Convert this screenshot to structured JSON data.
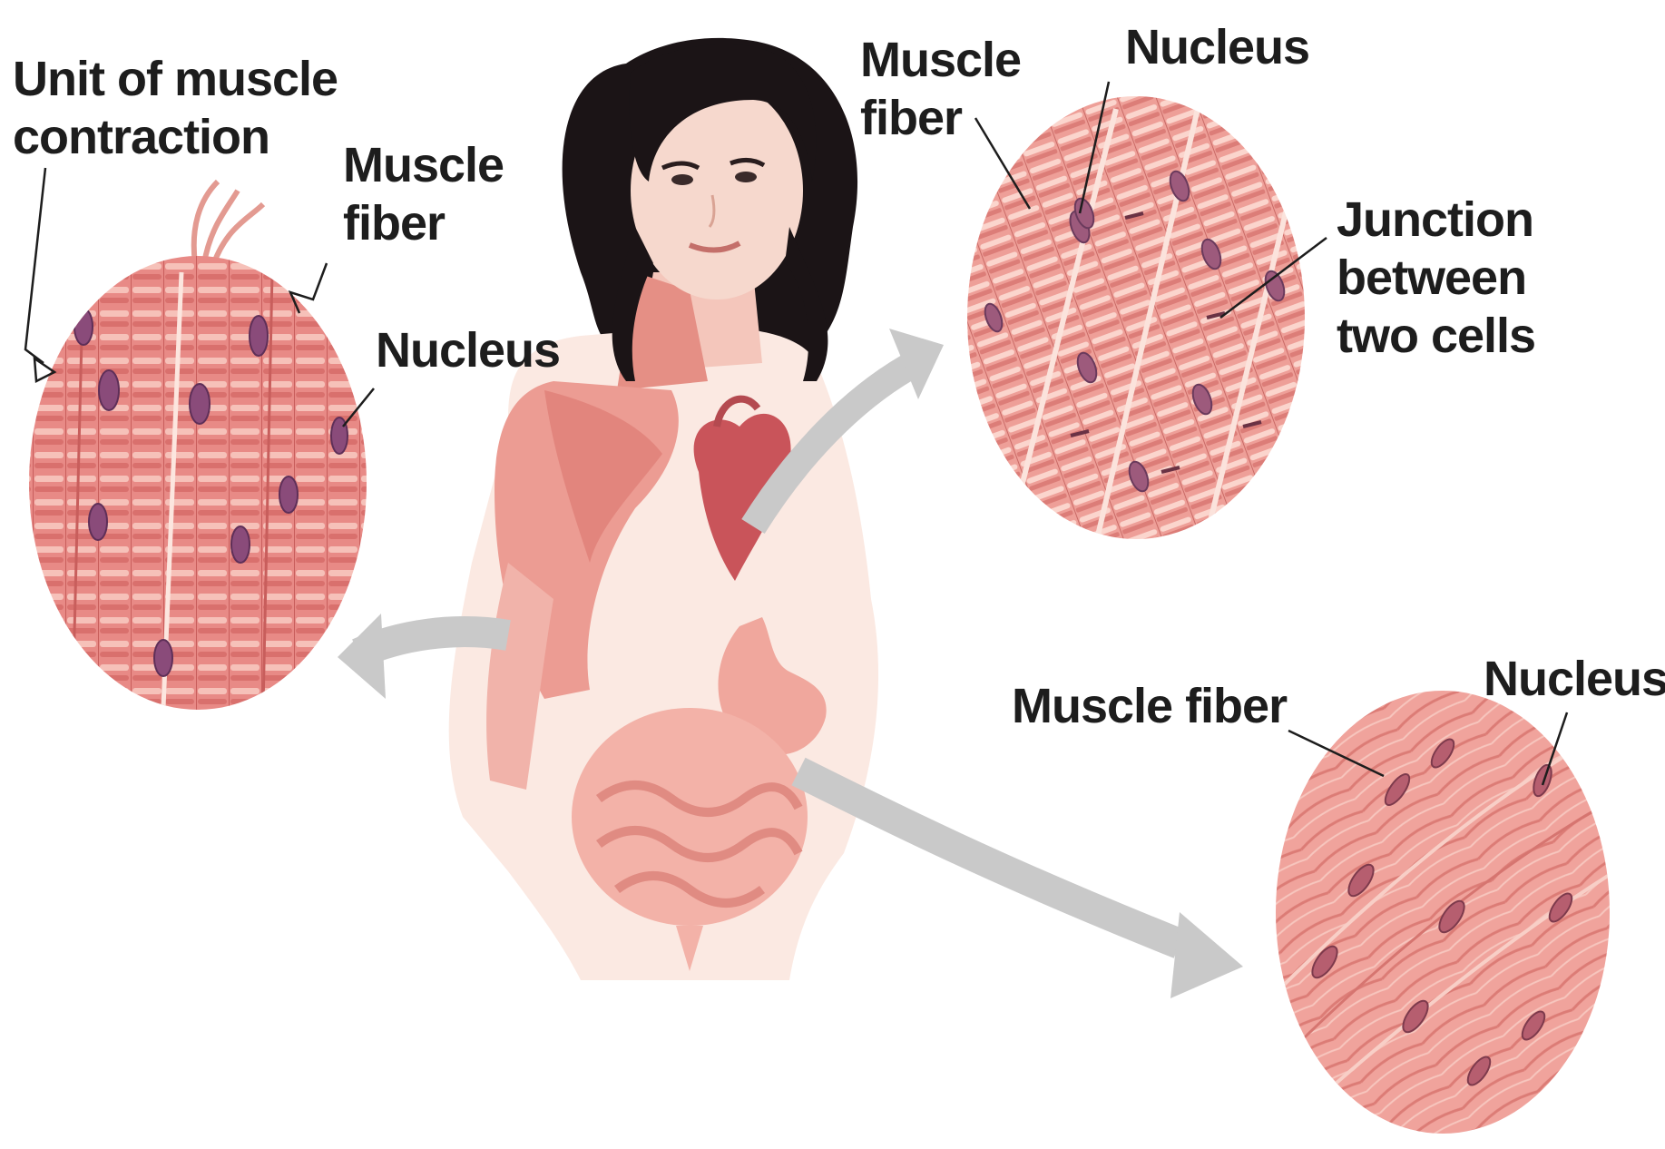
{
  "skeletal_panel": {
    "unit_label": [
      "Unit of muscle",
      "contraction"
    ],
    "fiber_label": [
      "Muscle",
      "fiber"
    ],
    "nucleus_label": "Nucleus"
  },
  "cardiac_panel": {
    "fiber_label": [
      "Muscle",
      "fiber"
    ],
    "nucleus_label": "Nucleus",
    "junction_label": [
      "Junction",
      "between",
      "two cells"
    ]
  },
  "smooth_panel": {
    "fiber_label": "Muscle fiber",
    "nucleus_label": "Nucleus"
  },
  "colors": {
    "muscle": "#e88a86",
    "muscle_light": "#f4b7b0",
    "striation": "#fbd9d2",
    "nucleus": "#8a4b7a",
    "skin": "#fbe9e2",
    "hair": "#1b1416",
    "arrow": "#c9c9c9",
    "label": "#1d1d1d"
  }
}
